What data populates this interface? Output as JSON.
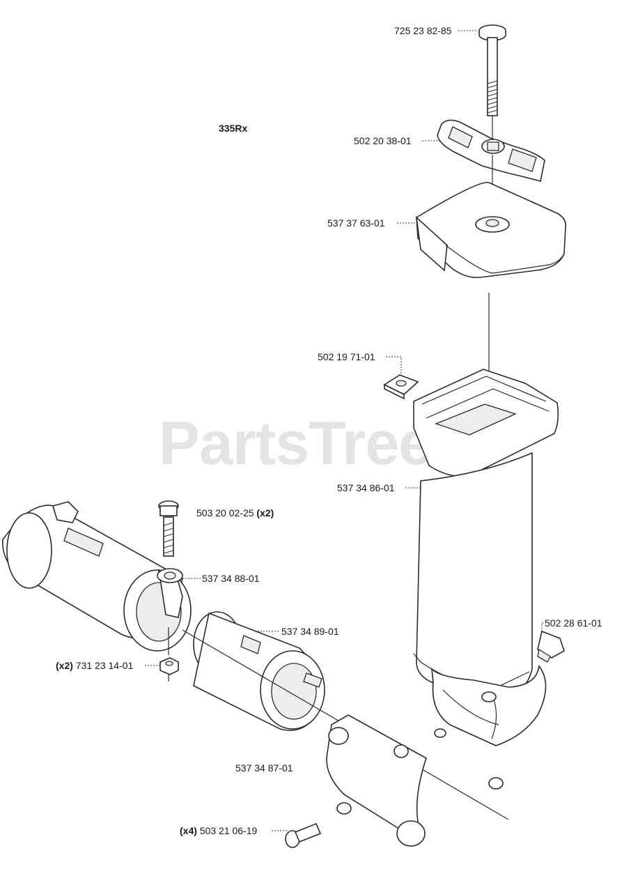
{
  "model": "335Rx",
  "watermark": {
    "text": "PartsTree",
    "tm": "TM"
  },
  "parts": [
    {
      "number": "725 23 82-85",
      "qty": ""
    },
    {
      "number": "502 20 38-01",
      "qty": ""
    },
    {
      "number": "537 37 63-01",
      "qty": ""
    },
    {
      "number": "502 19 71-01",
      "qty": ""
    },
    {
      "number": "537 34 86-01",
      "qty": ""
    },
    {
      "number": "503 20 02-25",
      "qty": "(x2)"
    },
    {
      "number": "537 34 88-01",
      "qty": ""
    },
    {
      "number": "537 34 89-01",
      "qty": ""
    },
    {
      "number": "731 23 14-01",
      "qty": "(x2)"
    },
    {
      "number": "502 28 61-01",
      "qty": ""
    },
    {
      "number": "537 34 87-01",
      "qty": ""
    },
    {
      "number": "503 21 06-19",
      "qty": "(x4)"
    }
  ]
}
